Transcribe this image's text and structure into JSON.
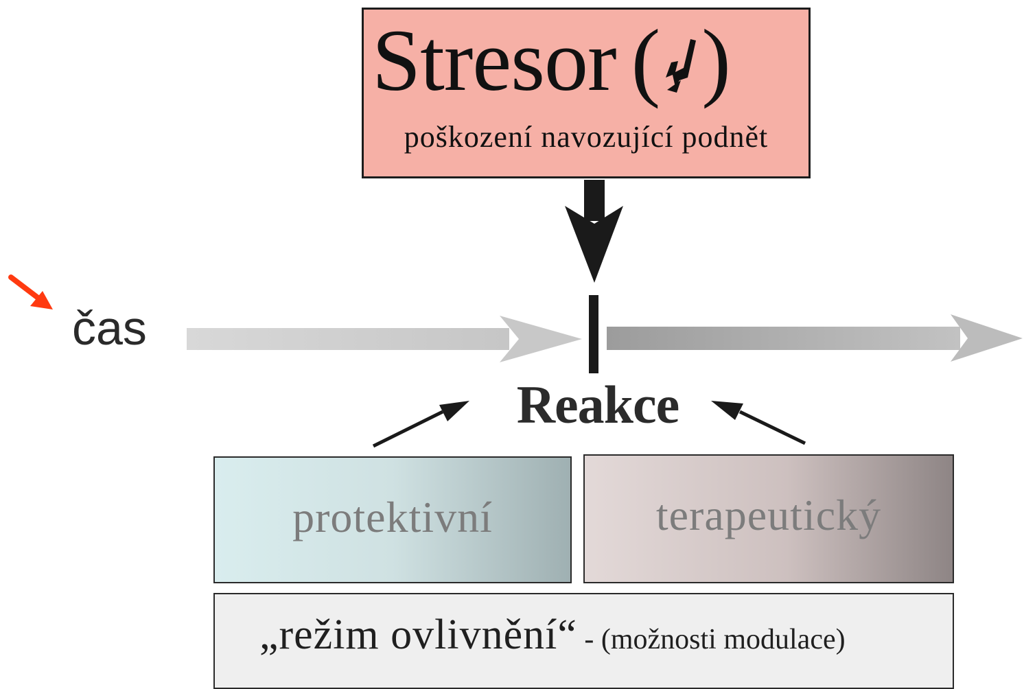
{
  "stressor": {
    "title": "Stresor",
    "paren_open": "(",
    "paren_close": ")",
    "symbol_icon": "lightning-bolt-icon",
    "subtitle": "poškození navozující podnět",
    "fill": "#f6b0a6"
  },
  "timeline": {
    "label": "čas"
  },
  "reaction": {
    "label": "Reakce"
  },
  "boxes": {
    "protective": "protektivní",
    "therapeutic": "terapeutický"
  },
  "mode": {
    "main": "„režim ovlivnění“",
    "sub": " - (možnosti modulace)"
  },
  "pointer": {
    "icon": "red-arrow-icon",
    "color": "#ff3a10"
  }
}
